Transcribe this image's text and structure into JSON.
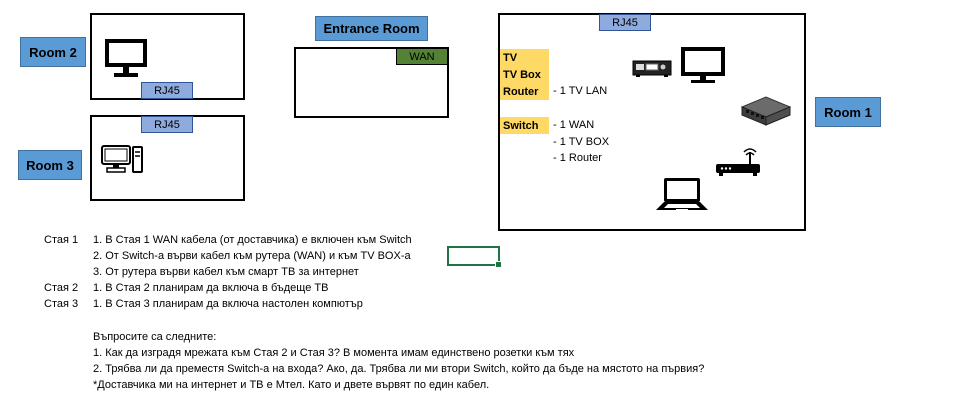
{
  "rooms": {
    "room2": "Room 2",
    "room3": "Room 3",
    "room1": "Room 1",
    "entrance": "Entrance Room"
  },
  "ports": {
    "rj45": "RJ45",
    "wan": "WAN"
  },
  "room1_devices": {
    "tv": "TV",
    "tvbox": "TV Box",
    "router": "Router",
    "router_note": "- 1 TV LAN",
    "switch": "Switch",
    "switch_notes": [
      "- 1 WAN",
      "- 1 TV BOX",
      "- 1 Router"
    ]
  },
  "notes": {
    "rows": [
      {
        "room": "Стая 1",
        "text": "1. В Стая 1 WAN кабела (от доставчика) е включен към Switch"
      },
      {
        "room": "",
        "text": "2. От Switch-а върви кабел към рутера (WAN) и към TV BOX-а"
      },
      {
        "room": "",
        "text": "3. От рутера върви кабел към смарт ТВ за интернет"
      },
      {
        "room": "Стая 2",
        "text": "1. В Стая 2 планирам да включа в бъдеще ТВ"
      },
      {
        "room": "Стая 3",
        "text": "1. В Стая 3 планирам да включа настолен компютър"
      }
    ],
    "questions_title": "Въпросите са следните:",
    "questions": [
      "1. Как да изградя мрежата към Стая 2 и Стая 3? В момента имам единствено розетки към тях",
      "2. Трябва ли да преместя Switch-а на входа? Ако, да. Трябва ли ми втори Switch, който да бъде на мястото на първия?",
      "*Доставчика ми на интернет и ТВ е Мтел. Като и двете вървят по един кабел."
    ]
  }
}
